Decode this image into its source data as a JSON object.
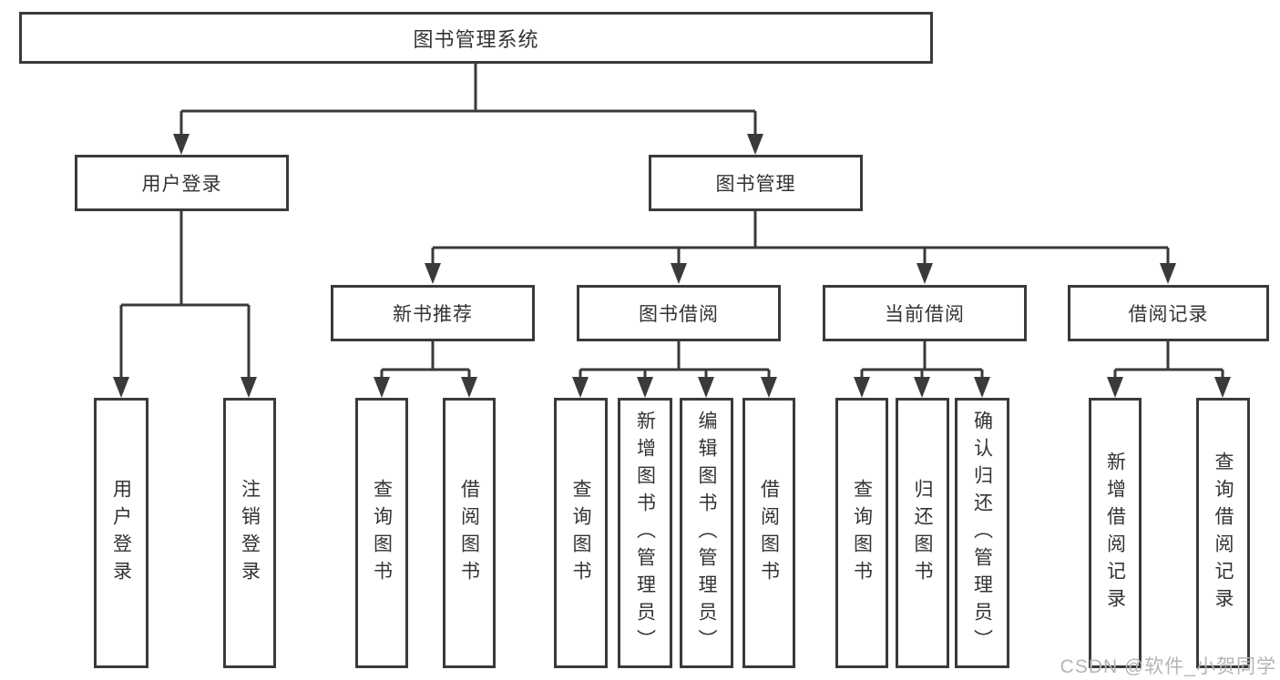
{
  "diagram_title": "图书管理系统",
  "tree": {
    "root": {
      "label": "图书管理系统",
      "children": [
        {
          "label": "用户登录",
          "children": [
            {
              "label": "用户登录"
            },
            {
              "label": "注销登录"
            }
          ]
        },
        {
          "label": "图书管理",
          "children": [
            {
              "label": "新书推荐",
              "children": [
                {
                  "label": "查询图书"
                },
                {
                  "label": "借阅图书"
                }
              ]
            },
            {
              "label": "图书借阅",
              "children": [
                {
                  "label": "查询图书"
                },
                {
                  "label": "新增图书（管理员）"
                },
                {
                  "label": "编辑图书（管理员）"
                },
                {
                  "label": "借阅图书"
                }
              ]
            },
            {
              "label": "当前借阅",
              "children": [
                {
                  "label": "查询图书"
                },
                {
                  "label": "归还图书"
                },
                {
                  "label": "确认归还（管理员）"
                }
              ]
            },
            {
              "label": "借阅记录",
              "children": [
                {
                  "label": "新增借阅记录"
                },
                {
                  "label": "查询借阅记录"
                }
              ]
            }
          ]
        }
      ]
    }
  },
  "watermark": {
    "text": "CSDN @软件_小贺同学"
  },
  "colors": {
    "line": "#3a3a3a",
    "text": "#333333",
    "background": "#ffffff",
    "watermark": "#b5b5b5"
  }
}
